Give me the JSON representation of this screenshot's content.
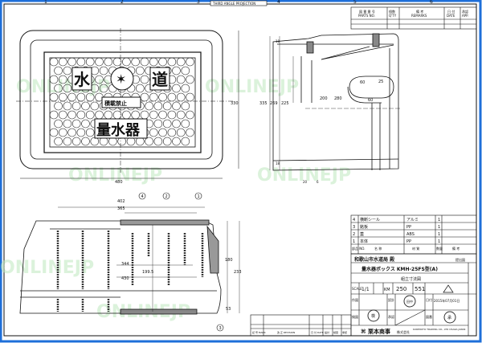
{
  "header": {
    "projection": "THIRD ANGLE PROJECTION",
    "zone_numbers": [
      "1",
      "2",
      "3",
      "4",
      "5",
      "6"
    ],
    "revision_columns": [
      {
        "jp": "図 番 番 号",
        "en": "PARTS NO."
      },
      {
        "jp": "個数",
        "en": "Q'TY"
      },
      {
        "jp": "備 考",
        "en": "REMARKS"
      },
      {
        "jp": "日 付",
        "en": "DATE"
      },
      {
        "jp": "承認",
        "en": "APP."
      }
    ]
  },
  "top_view": {
    "chars": {
      "left": "水",
      "right": "道",
      "bottom": "量水器"
    },
    "center_label": "積載禁止",
    "dims": {
      "width": "480",
      "height": "330"
    }
  },
  "side_view": {
    "dims": [
      "335",
      "269",
      "225",
      "18",
      "18",
      "200",
      "280",
      "60",
      "60",
      "25",
      "20",
      "6"
    ]
  },
  "section_view": {
    "dims": [
      "402",
      "365",
      "344",
      "430",
      "199.5",
      "180",
      "233",
      "53"
    ],
    "balloons": [
      "4",
      "2",
      "1",
      "3"
    ]
  },
  "parts_list": {
    "rows": [
      {
        "no": "4",
        "name": "横断シール",
        "material": "アルミ",
        "qty": "1"
      },
      {
        "no": "3",
        "name": "銘板",
        "material": "PP",
        "qty": "1"
      },
      {
        "no": "2",
        "name": "蓋",
        "material": "ABS",
        "qty": "1"
      },
      {
        "no": "1",
        "name": "本体",
        "material": "PP",
        "qty": "1"
      }
    ],
    "headers": {
      "no": "部品 NO.",
      "name": "名 称",
      "material": "材 質",
      "qty": "数量",
      "remarks": "備 考"
    }
  },
  "title_block": {
    "customer": "和歌山市水道局 殿",
    "submit": "提出図",
    "product": "量水器ボックス KMH-25FS型(A)",
    "drawing_title": "組立寸法図",
    "scale_label": "SCALE",
    "scale": "1/1",
    "code_prefix": "KM",
    "code1": "250",
    "code2": "551",
    "date": "2015年07月01日",
    "company": "栗本商事",
    "company_suffix": "株式会社",
    "company_en": "KURIMOTO TRADING CO., LTD OSAKA JAPAN",
    "seals": [
      "検",
      "田中",
      "承"
    ],
    "labels": [
      "作図",
      "検図",
      "承認",
      "設計",
      "日付",
      "図番"
    ]
  },
  "revision_table": {
    "columns": [
      "記 号 MARK",
      "改 正 REVISION",
      "日 付 DATE",
      "設計",
      "検図",
      "承認"
    ]
  },
  "watermark": "ONLINEJP",
  "colors": {
    "line": "#111111",
    "frame_blue": "#1e6fd9",
    "watermark": "#bfe8bf"
  }
}
